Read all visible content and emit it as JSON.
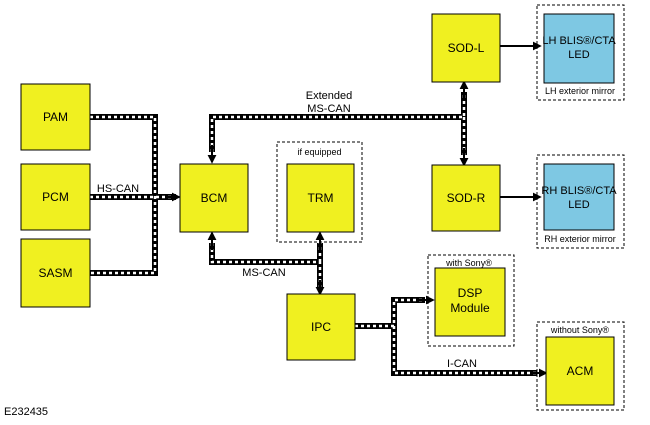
{
  "modules": {
    "pam": "PAM",
    "pcm": "PCM",
    "sasm": "SASM",
    "bcm": "BCM",
    "trm": "TRM",
    "ipc": "IPC",
    "sod_l": "SOD-L",
    "sod_r": "SOD-R",
    "dsp_line1": "DSP",
    "dsp_line2": "Module",
    "acm": "ACM",
    "lh_led_line1": "LH BLIS®/CTA",
    "lh_led_line2": "LED",
    "rh_led_line1": "RH BLIS®/CTA",
    "rh_led_line2": "LED"
  },
  "groups": {
    "trm": "if equipped",
    "dsp": "with Sony®",
    "acm": "without Sony®",
    "lh_mirror": "LH exterior mirror",
    "rh_mirror": "RH exterior mirror"
  },
  "networks": {
    "hs_can": "HS-CAN",
    "ext_ms_can_line1": "Extended",
    "ext_ms_can_line2": "MS-CAN",
    "ms_can": "MS-CAN",
    "i_can": "I-CAN"
  },
  "figure_id": "E232435",
  "colors": {
    "module_fill": "#f0f020",
    "led_fill": "#7ec8e3"
  }
}
